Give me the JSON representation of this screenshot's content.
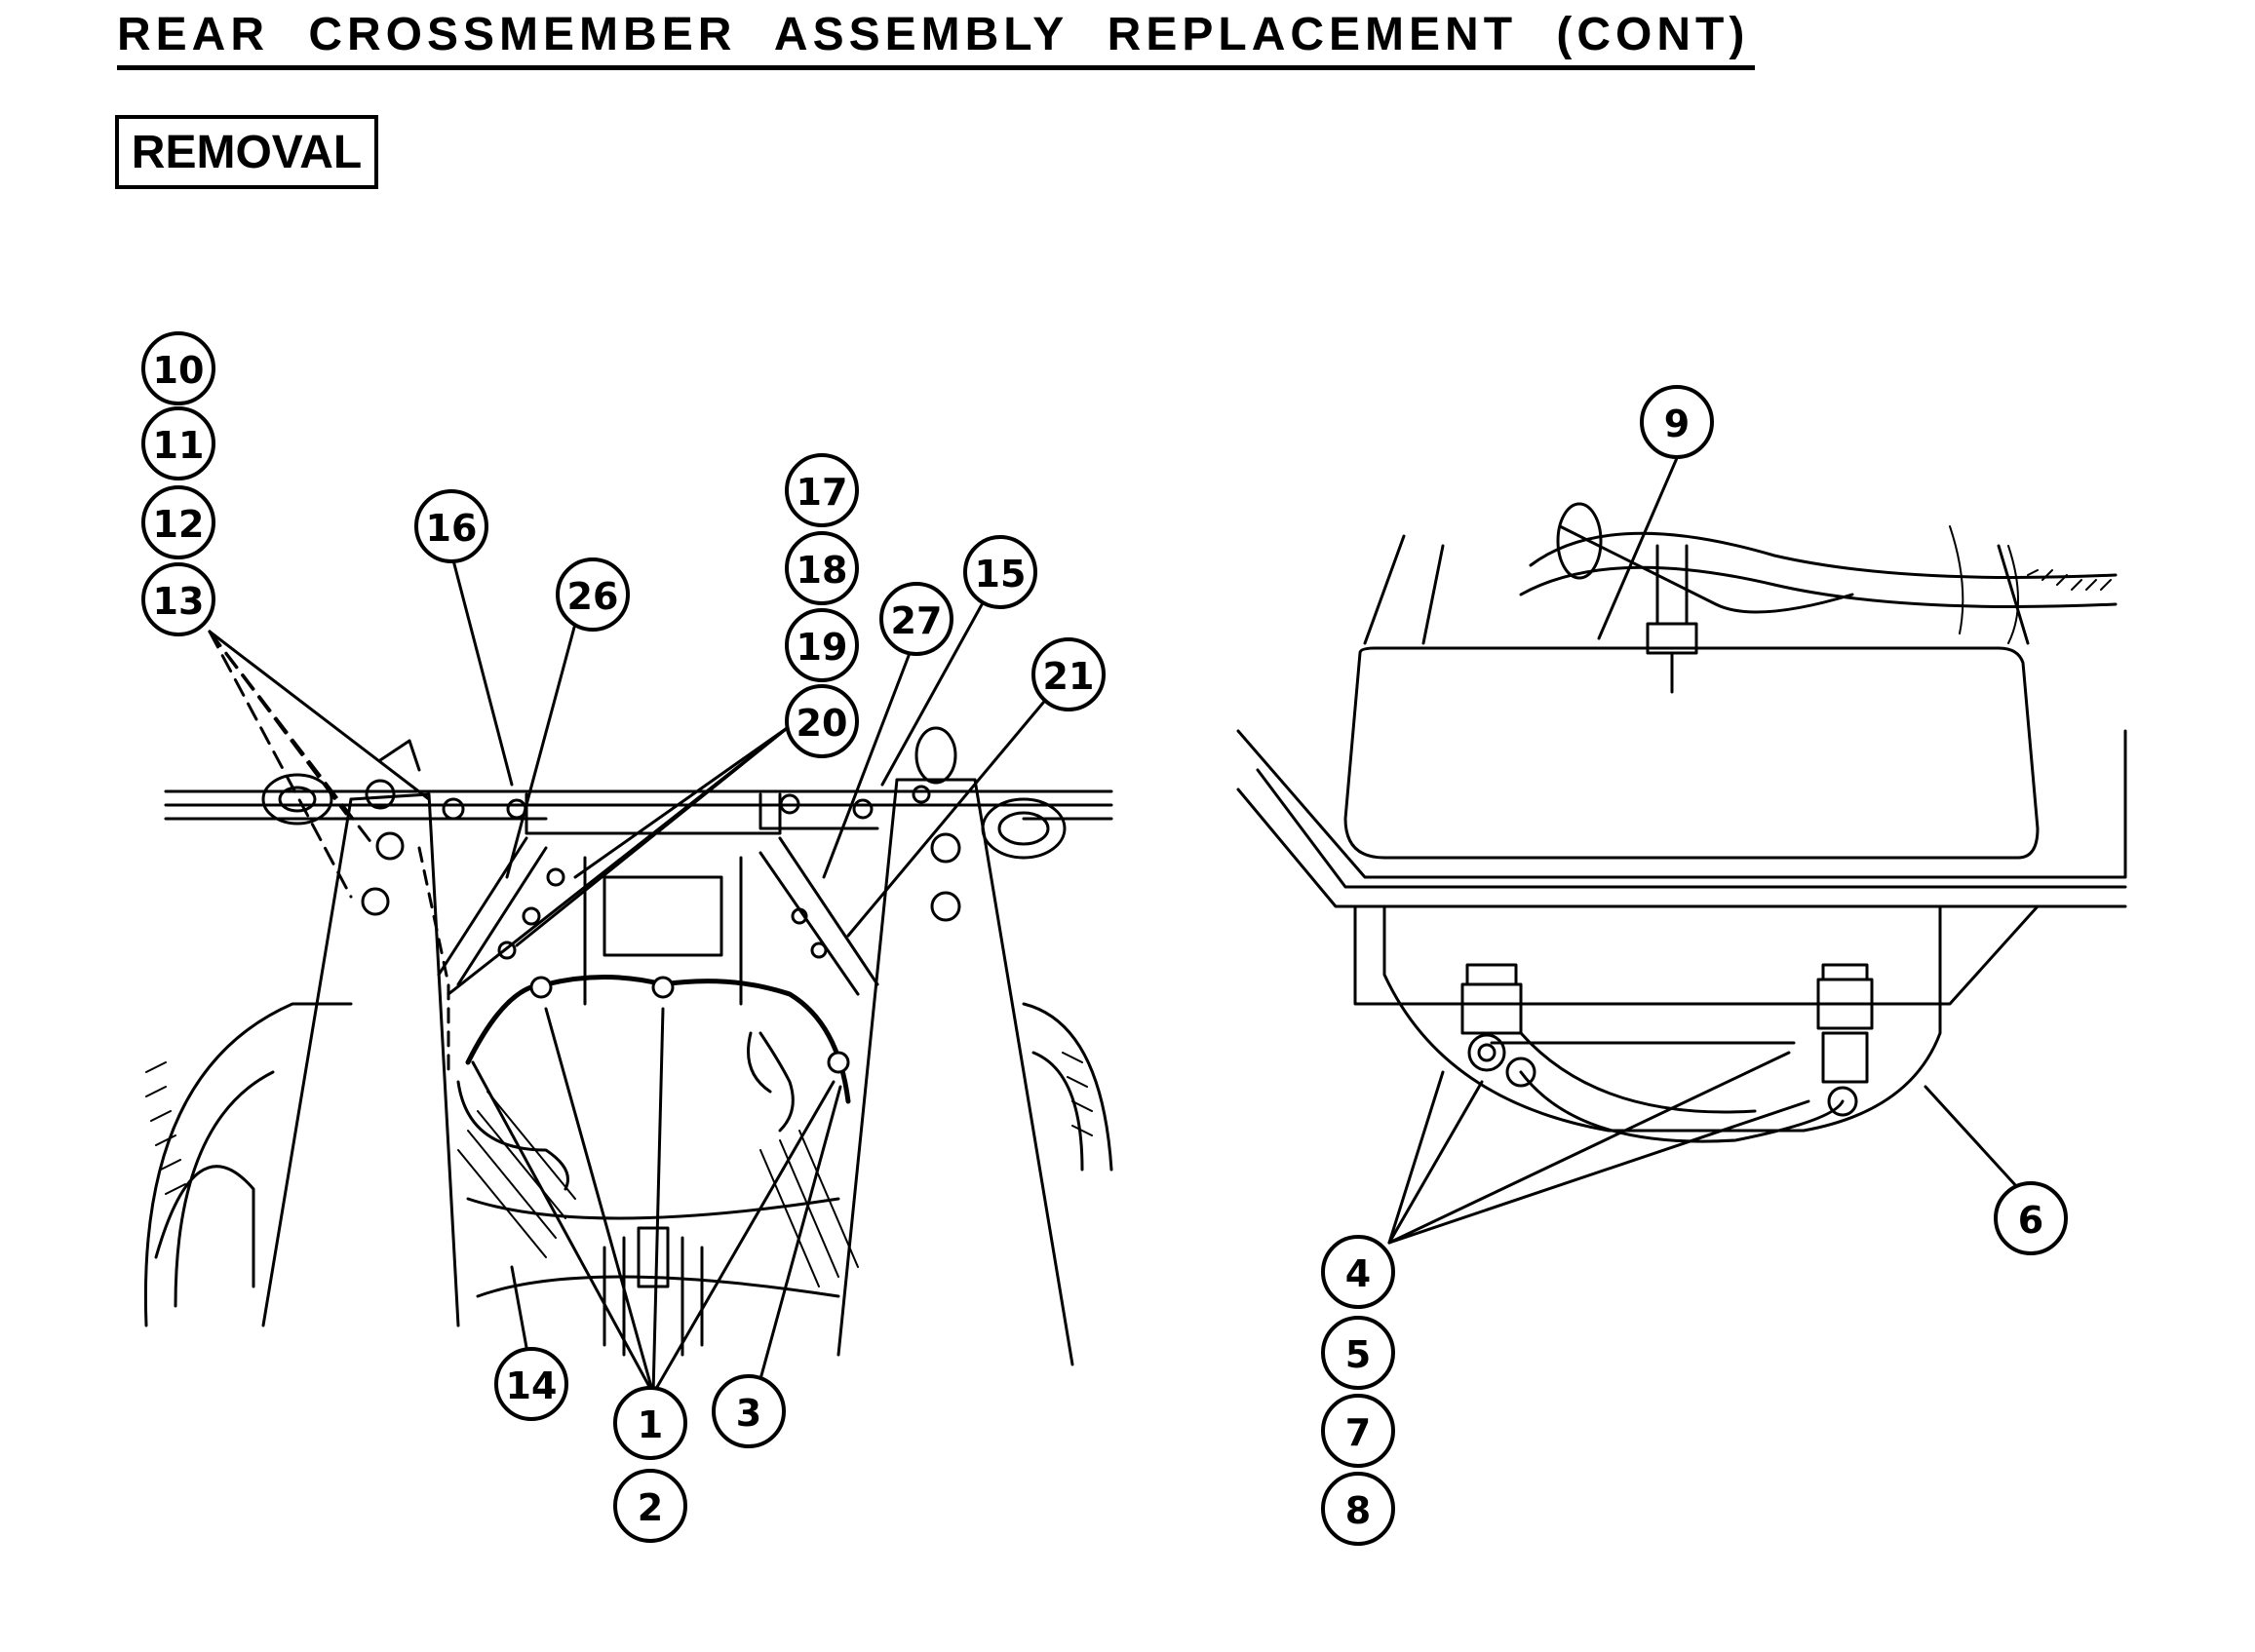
{
  "page": {
    "title": "REAR CROSSMEMBER ASSEMBLY REPLACEMENT (CONT)",
    "section_label": "REMOVAL"
  },
  "callouts": [
    "10",
    "11",
    "12",
    "13",
    "16",
    "26",
    "17",
    "18",
    "19",
    "20",
    "27",
    "15",
    "21",
    "14",
    "1",
    "2",
    "3",
    "9",
    "6",
    "4",
    "5",
    "7",
    "8"
  ],
  "line_color": "#000000"
}
